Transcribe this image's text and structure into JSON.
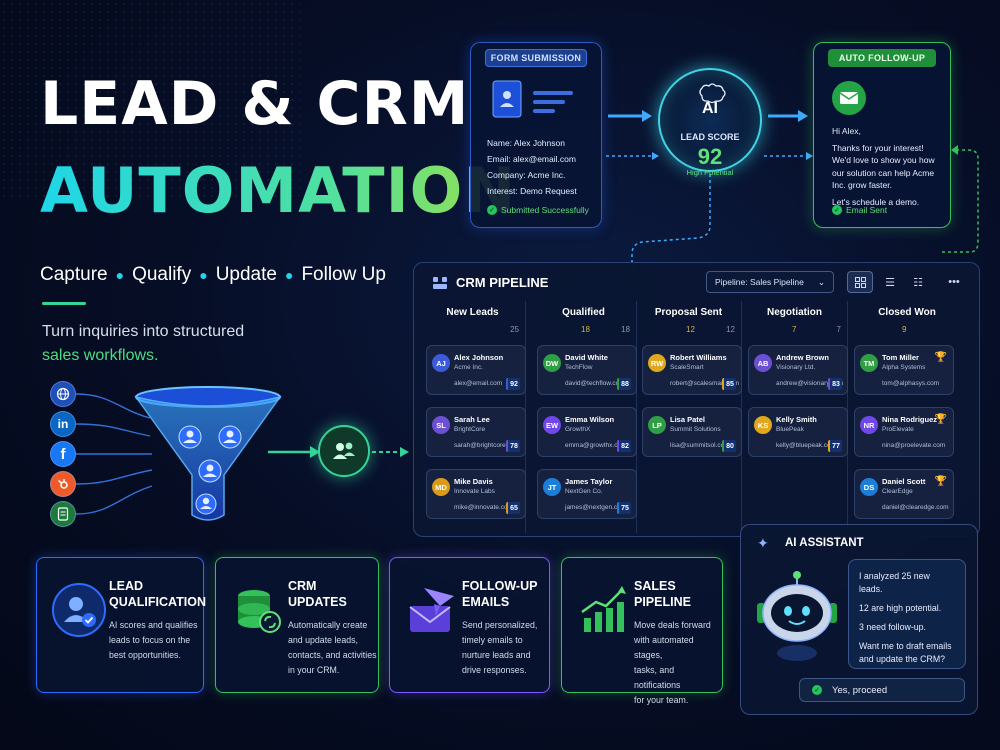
{
  "hero": {
    "line1": "LEAD & CRM",
    "line2": "AUTOMATION",
    "tagline": [
      "Capture",
      "Qualify",
      "Update",
      "Follow Up"
    ],
    "subtitle_line1": "Turn inquiries into structured",
    "subtitle_accent": "sales workflows."
  },
  "sources": [
    {
      "icon": "globe-icon",
      "color": "#1f4fb8"
    },
    {
      "icon": "linkedin-icon",
      "label": "in",
      "color": "#0a66c2"
    },
    {
      "icon": "facebook-icon",
      "label": "f",
      "color": "#1877f2"
    },
    {
      "icon": "hubspot-icon",
      "color": "#f05a28"
    },
    {
      "icon": "form-icon",
      "color": "#1e7a3a"
    }
  ],
  "form_card": {
    "badge": "FORM SUBMISSION",
    "fields": [
      "Name: Alex Johnson",
      "Email: alex@email.com",
      "Company: Acme Inc.",
      "Interest: Demo Request"
    ],
    "status": "Submitted Successfully"
  },
  "ai_score": {
    "label_ai": "AI",
    "label": "LEAD SCORE",
    "score": "92",
    "tag": "High Potential"
  },
  "follow_up": {
    "badge": "AUTO FOLLOW-UP",
    "greeting": "Hi Alex,",
    "body": "Thanks for your interest! We'd love to show you how our solution can help Acme Inc. grow faster.",
    "closing": "Let's schedule a demo.",
    "status": "Email Sent"
  },
  "crm": {
    "title": "CRM PIPELINE",
    "select_label": "Pipeline: Sales Pipeline",
    "columns": [
      {
        "name": "New Leads",
        "count": "",
        "total": "25",
        "leads": [
          {
            "initials": "AJ",
            "name": "Alex Johnson",
            "company": "Acme Inc.",
            "email": "alex@email.com",
            "score": "92",
            "color": "#3b5bdb"
          },
          {
            "initials": "SL",
            "name": "Sarah Lee",
            "company": "BrightCore",
            "email": "sarah@brightcore.com",
            "score": "78",
            "color": "#6d4fd1"
          },
          {
            "initials": "MD",
            "name": "Mike Davis",
            "company": "Innovate Labs",
            "email": "mike@innovate.com",
            "score": "65",
            "color": "#d99a1c"
          }
        ]
      },
      {
        "name": "Qualified",
        "count": "18",
        "total": "18",
        "leads": [
          {
            "initials": "DW",
            "name": "David White",
            "company": "TechFlow",
            "email": "david@techflow.com",
            "score": "88",
            "color": "#2f9e44"
          },
          {
            "initials": "EW",
            "name": "Emma Wilson",
            "company": "GrowthX",
            "email": "emma@growthx.com",
            "score": "82",
            "color": "#7048e8"
          },
          {
            "initials": "JT",
            "name": "James Taylor",
            "company": "NextGen Co.",
            "email": "james@nextgen.com",
            "score": "75",
            "color": "#1c7ed6"
          }
        ]
      },
      {
        "name": "Proposal Sent",
        "count": "12",
        "total": "12",
        "leads": [
          {
            "initials": "RW",
            "name": "Robert Williams",
            "company": "ScaleSmart",
            "email": "robert@scalesmart.com",
            "score": "85",
            "color": "#e0a81c"
          },
          {
            "initials": "LP",
            "name": "Lisa Patel",
            "company": "Summit Solutions",
            "email": "lisa@summitsol.com",
            "score": "80",
            "color": "#2f9e44"
          }
        ]
      },
      {
        "name": "Negotiation",
        "count": "7",
        "total": "7",
        "leads": [
          {
            "initials": "AB",
            "name": "Andrew Brown",
            "company": "Visionary Ltd.",
            "email": "andrew@visionary.com",
            "score": "83",
            "color": "#6d4fd1"
          },
          {
            "initials": "KS",
            "name": "Kelly Smith",
            "company": "BluePeak",
            "email": "kelly@bluepeak.com",
            "score": "77",
            "color": "#e0a81c"
          }
        ]
      },
      {
        "name": "Closed Won",
        "count": "9",
        "total": "",
        "leads": [
          {
            "initials": "TM",
            "name": "Tom Miller",
            "company": "Alpha Systems",
            "email": "tom@alphasys.com",
            "score": "",
            "color": "#2f9e44"
          },
          {
            "initials": "NR",
            "name": "Nina Rodriguez",
            "company": "ProElevate",
            "email": "nina@proelevate.com",
            "score": "",
            "color": "#7048e8"
          },
          {
            "initials": "DS",
            "name": "Daniel Scott",
            "company": "ClearEdge",
            "email": "daniel@clearedge.com",
            "score": "",
            "color": "#1c7ed6"
          }
        ]
      }
    ]
  },
  "features": [
    {
      "title1": "LEAD",
      "title2": "QUALIFICATION",
      "desc": [
        "AI scores and qualifies",
        "leads to focus on the",
        "best opportunities."
      ],
      "color": "#2f6bff",
      "icon": "user-check-icon"
    },
    {
      "title1": "CRM",
      "title2": "UPDATES",
      "desc": [
        "Automatically create",
        "and update leads,",
        "contacts, and activities",
        "in your CRM."
      ],
      "color": "#34c05a",
      "icon": "database-sync-icon"
    },
    {
      "title1": "FOLLOW-UP",
      "title2": "EMAILS",
      "desc": [
        "Send personalized,",
        "timely emails to",
        "nurture leads and",
        "drive responses."
      ],
      "color": "#7b5cff",
      "icon": "paper-plane-mail-icon"
    },
    {
      "title1": "SALES",
      "title2": "PIPELINE",
      "desc": [
        "Move deals forward",
        "with automated stages,",
        "tasks, and notifications",
        "for your team."
      ],
      "color": "#34c05a",
      "icon": "growth-chart-icon"
    }
  ],
  "assistant": {
    "title": "AI ASSISTANT",
    "messages": [
      "I analyzed 25 new leads.",
      "12 are high potential.",
      "3 need follow-up.",
      "Want me to draft emails and update the CRM?"
    ],
    "action": "Yes, proceed"
  }
}
